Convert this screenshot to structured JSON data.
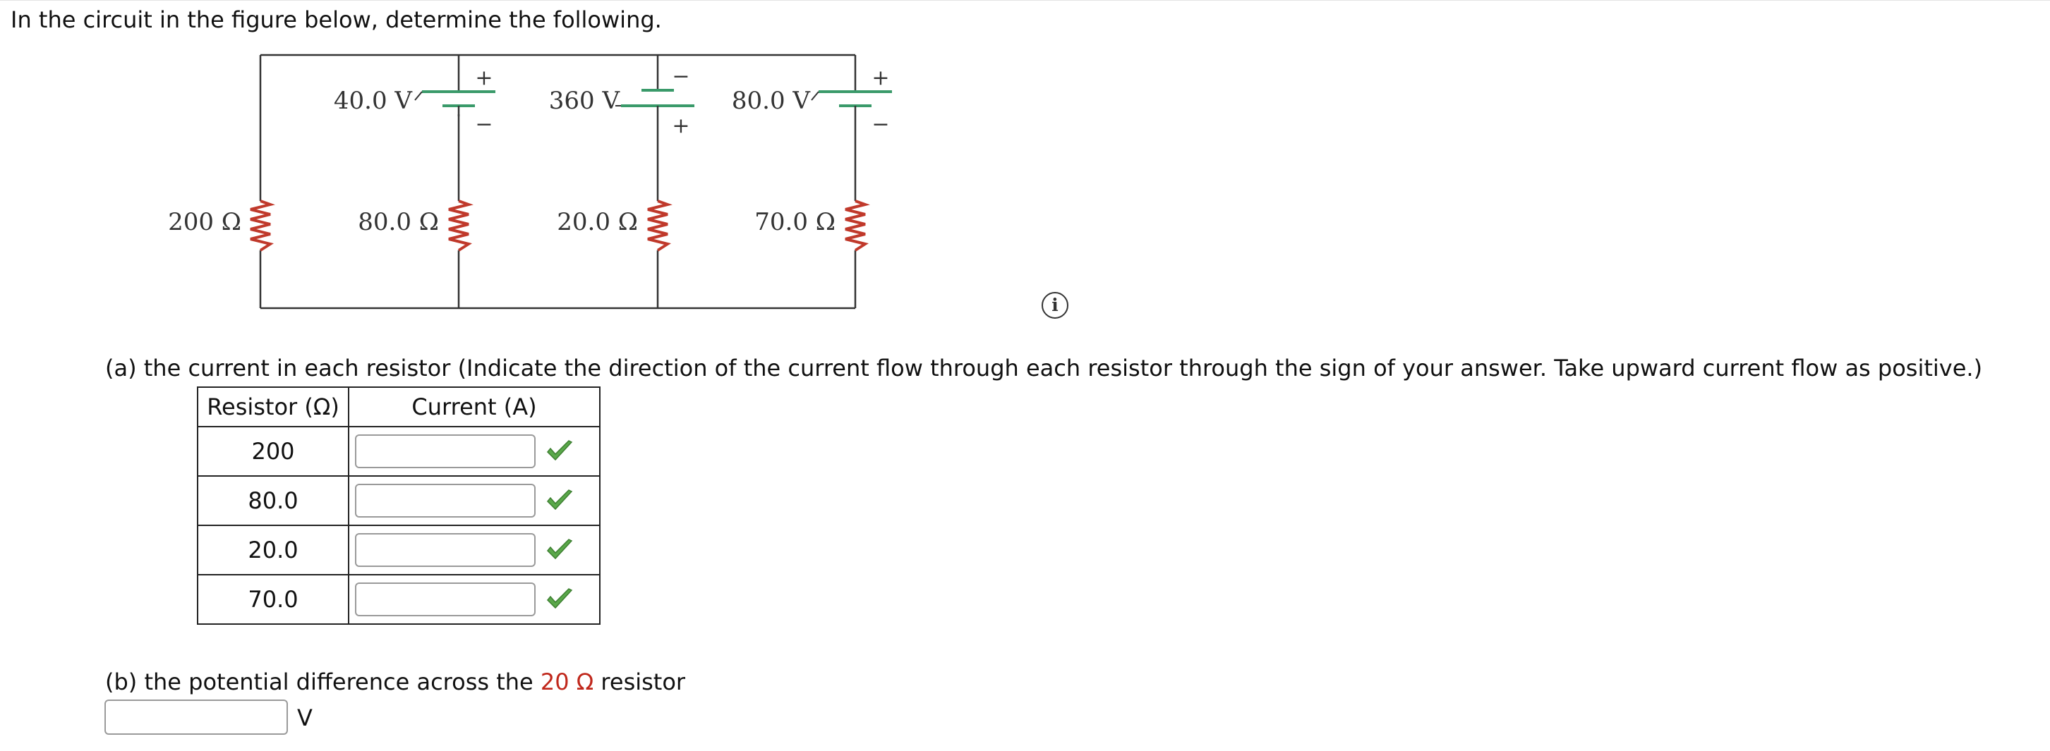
{
  "prompt": "In the circuit in the figure below, determine the following.",
  "circuit": {
    "batteries": [
      {
        "label": "40.0 V",
        "top_sign": "+",
        "bottom_sign": "−"
      },
      {
        "label": "360 V",
        "top_sign": "−",
        "bottom_sign": "+"
      },
      {
        "label": "80.0 V",
        "top_sign": "+",
        "bottom_sign": "−"
      }
    ],
    "resistors": [
      {
        "label": "200 Ω"
      },
      {
        "label": "80.0 Ω"
      },
      {
        "label": "20.0 Ω"
      },
      {
        "label": "70.0 Ω"
      }
    ],
    "wire_color": "#333333",
    "battery_color": "#3a9a6a",
    "resistor_color": "#c0392b"
  },
  "info_icon_glyph": "i",
  "part_a": {
    "question": "(a) the current in each resistor (Indicate the direction of the current flow through each resistor through the sign of your answer. Take upward current flow as positive.)",
    "col_resistor": "Resistor (Ω)",
    "col_current": "Current (A)",
    "rows": [
      {
        "resistor": "200",
        "value": "",
        "correct": true
      },
      {
        "resistor": "80.0",
        "value": "",
        "correct": true
      },
      {
        "resistor": "20.0",
        "value": "",
        "correct": true
      },
      {
        "resistor": "70.0",
        "value": "",
        "correct": true
      }
    ]
  },
  "part_b": {
    "prefix": "(b) the potential difference across the ",
    "highlight": "20 Ω",
    "suffix": " resistor",
    "value": "",
    "unit": "V"
  }
}
